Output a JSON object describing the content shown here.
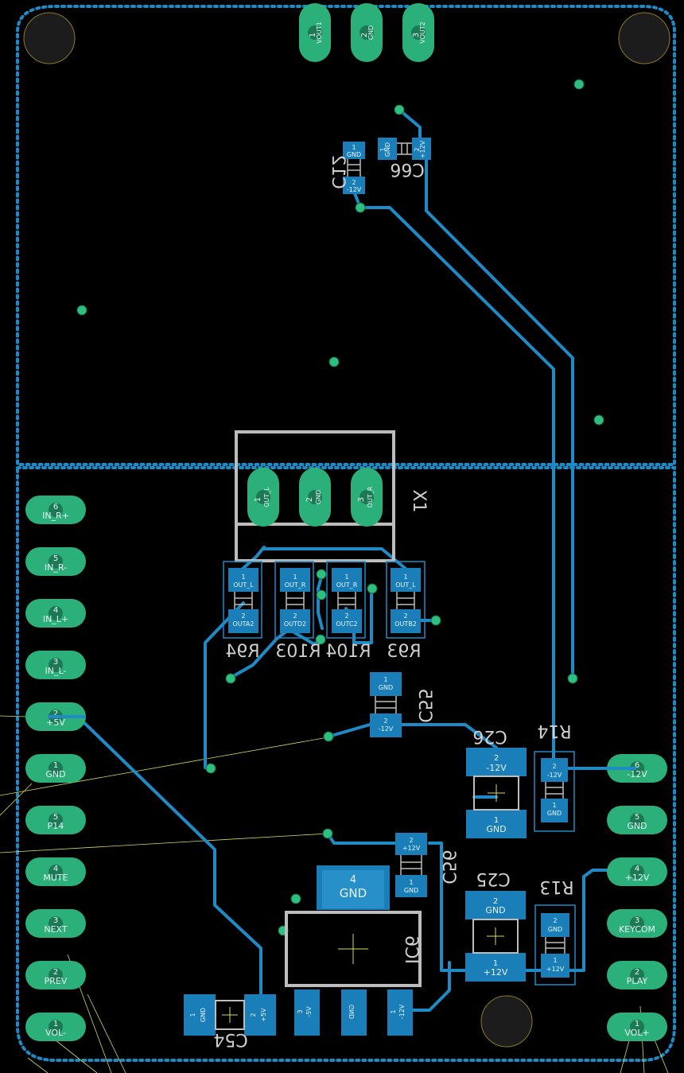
{
  "colors": {
    "background": "#000000",
    "copper_bottom": "#1f8bc6",
    "pad_bottom": "#1a7fb8",
    "pad_top": "#2bb07a",
    "via": "#2dbf7f",
    "silk": "#bdbdbd",
    "airwire": "#d8d860",
    "hole": "#1c1c1c"
  },
  "top_connector": {
    "pins": [
      {
        "num": "1",
        "name": "VOUT1"
      },
      {
        "num": "2",
        "name": "GND"
      },
      {
        "num": "3",
        "name": "VOUT2"
      }
    ]
  },
  "x1": {
    "ref": "X1",
    "pins": [
      {
        "num": "1",
        "name": "OUT_L"
      },
      {
        "num": "2",
        "name": "GND"
      },
      {
        "num": "3",
        "name": "OUT_R"
      }
    ]
  },
  "left_header": {
    "pins": [
      {
        "num": "6",
        "name": "IN_R+"
      },
      {
        "num": "5",
        "name": "IN_R-"
      },
      {
        "num": "4",
        "name": "IN_L+"
      },
      {
        "num": "3",
        "name": "IN_L-"
      },
      {
        "num": "2",
        "name": "+5V"
      },
      {
        "num": "1",
        "name": "GND"
      },
      {
        "num": "5",
        "name": "P14"
      },
      {
        "num": "4",
        "name": "MUTE"
      },
      {
        "num": "3",
        "name": "NEXT"
      },
      {
        "num": "2",
        "name": "PREV"
      },
      {
        "num": "1",
        "name": "VOL-"
      }
    ]
  },
  "right_header": {
    "pins": [
      {
        "num": "6",
        "name": "-12V"
      },
      {
        "num": "5",
        "name": "GND"
      },
      {
        "num": "4",
        "name": "+12V"
      },
      {
        "num": "3",
        "name": "KEYCOM"
      },
      {
        "num": "2",
        "name": "PLAY"
      },
      {
        "num": "1",
        "name": "VOL+"
      }
    ]
  },
  "refs": {
    "c12": "C12",
    "c66": "C66",
    "r94": "R94",
    "r103": "R103",
    "r104": "R104",
    "r93": "R93",
    "c55": "C55",
    "c26": "C26",
    "r14": "R14",
    "c56": "C56",
    "c25": "C25",
    "r13": "R13",
    "ic6": "IC6",
    "c54": "C54"
  },
  "smd": {
    "c12": {
      "p1": "GND",
      "p2": "-12V"
    },
    "c66": {
      "p1": "GND",
      "p2": "+12V"
    },
    "r94": {
      "p1": "OUT_L",
      "p2": "OUTA2"
    },
    "r103": {
      "p1": "OUT_R",
      "p2": "OUTD2"
    },
    "r104": {
      "p1": "OUT_R",
      "p2": "OUTC2"
    },
    "r93": {
      "p1": "OUT_L",
      "p2": "OUTB2"
    },
    "c55": {
      "p1": "GND",
      "p2": "-12V"
    },
    "c26": {
      "p1": "GND",
      "p2": "-12V"
    },
    "r14": {
      "p1": "GND",
      "p2": "-12V"
    },
    "c56": {
      "p1": "GND",
      "p2": "+12V"
    },
    "c25": {
      "p1": "+12V",
      "p2": "GND"
    },
    "r13": {
      "p1": "+12V",
      "p2": "GND"
    },
    "ic6": {
      "tab": "GND",
      "tab_num": "4",
      "p1": "-12V",
      "p2": "GND",
      "p3": "-5V"
    },
    "c54": {
      "p1": "GND",
      "p2": "+5V"
    }
  },
  "pad_nums": {
    "n1": "1",
    "n2": "2",
    "n3": "3"
  }
}
